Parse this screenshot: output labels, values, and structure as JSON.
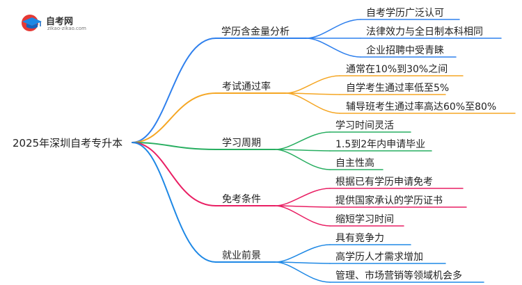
{
  "logo": {
    "title": "自考网",
    "subtitle": "zikao-zikao.com",
    "icon": "graduation-cap-icon"
  },
  "root": "2025年深圳自考专升本",
  "branches": [
    {
      "label": "学历含金量分析",
      "color": "#2f80ed",
      "children": [
        "自考学历广泛认可",
        "法律效力与全日制本科相同",
        "企业招聘中受青睐"
      ]
    },
    {
      "label": "考试通过率",
      "color": "#f5a623",
      "children": [
        "通常在10%到30%之间",
        "自学考生通过率低至5%",
        "辅导班考生通过率高达60%至80%"
      ]
    },
    {
      "label": "学习周期",
      "color": "#27ae60",
      "children": [
        "学习时间灵活",
        "1.5到2年内申请毕业",
        "自主性高"
      ]
    },
    {
      "label": "免考条件",
      "color": "#e91e63",
      "children": [
        "根据已有学历申请免考",
        "提供国家承认的学历证书",
        "缩短学习时间"
      ]
    },
    {
      "label": "就业前景",
      "color": "#1e88e5",
      "children": [
        "具有竞争力",
        "高学历人才需求增加",
        "管理、市场营销等领域机会多"
      ]
    }
  ]
}
